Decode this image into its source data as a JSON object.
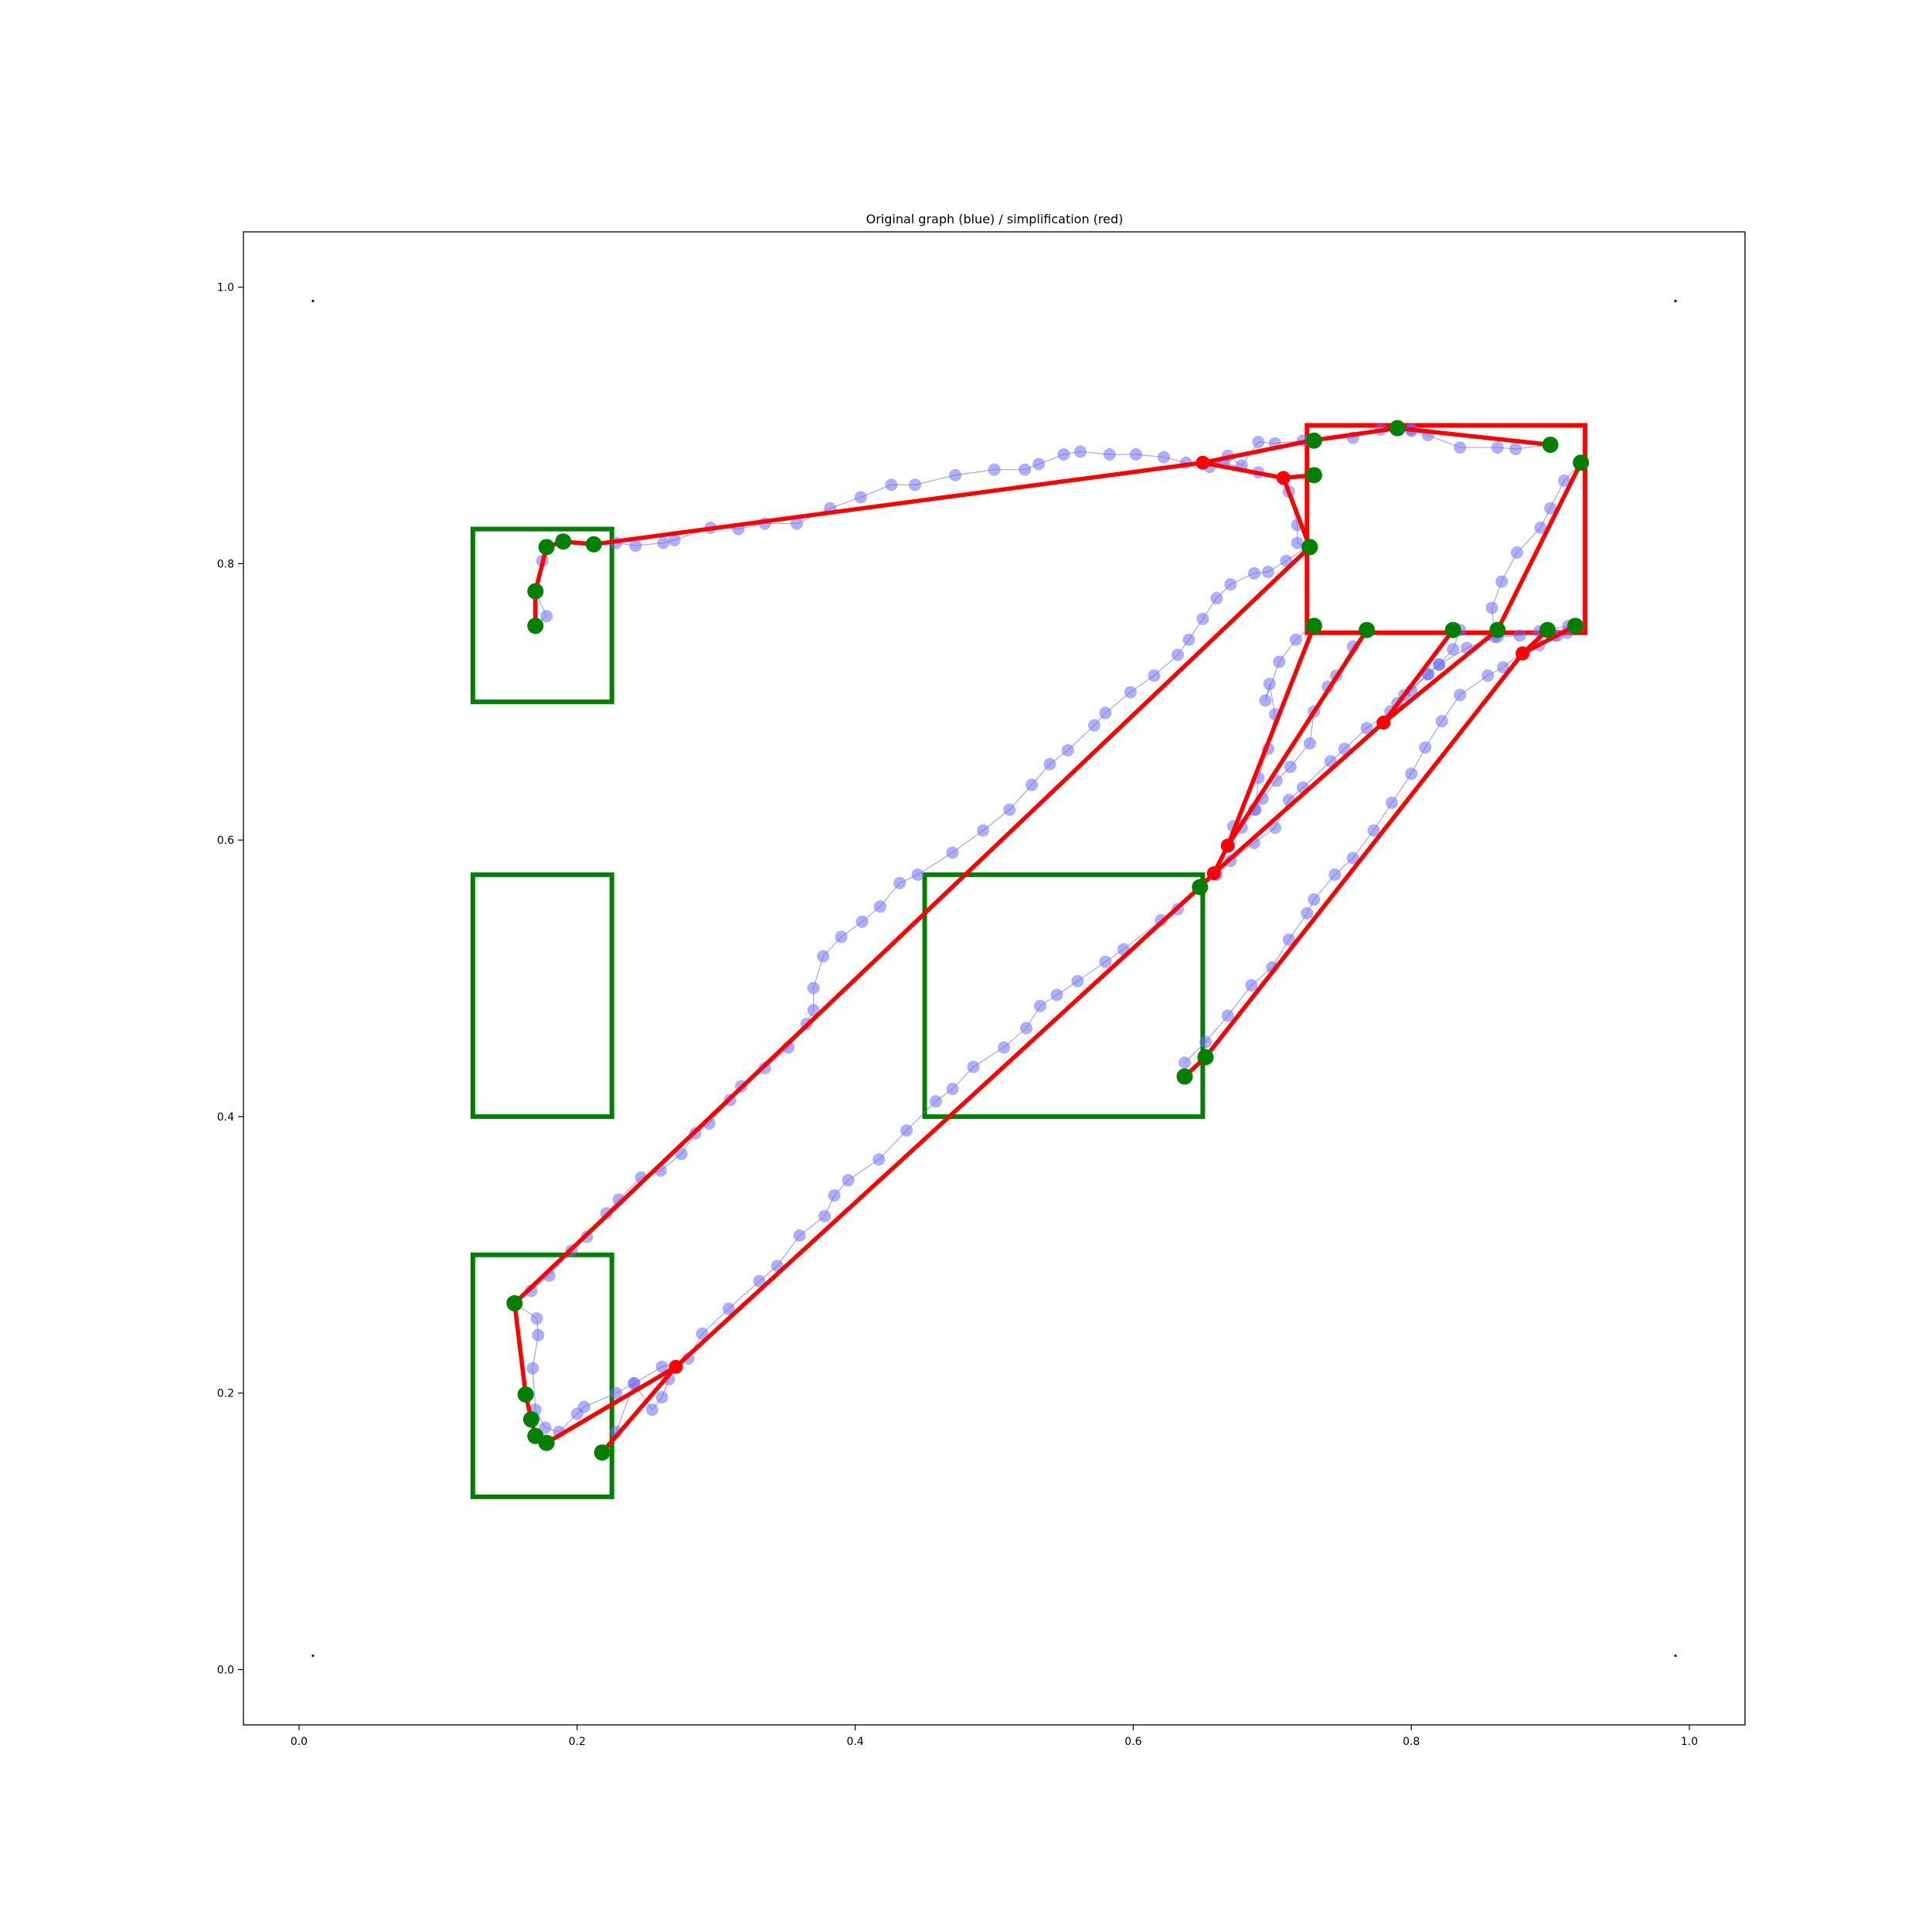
{
  "chart_data": {
    "type": "scatter",
    "title": "Original graph (blue) / simplification (red)",
    "xlabel": "",
    "ylabel": "",
    "xlim": [
      -0.04,
      1.04
    ],
    "ylim": [
      -0.04,
      1.04
    ],
    "grid": false,
    "legend": "none",
    "xticks": [
      0.0,
      0.2,
      0.4,
      0.6,
      0.8,
      1.0
    ],
    "yticks": [
      0.0,
      0.2,
      0.4,
      0.6,
      0.8,
      1.0
    ],
    "xtick_labels": [
      "0.0",
      "0.2",
      "0.4",
      "0.6",
      "0.8",
      "1.0"
    ],
    "ytick_labels": [
      "0.0",
      "0.2",
      "0.4",
      "0.6",
      "0.8",
      "1.0"
    ],
    "colors": {
      "original": "#6b6bf5",
      "simplification": "#ff0000",
      "regions": "#008000",
      "axes": "#000000"
    },
    "corner_markers": [
      [
        0.01,
        0.99
      ],
      [
        0.99,
        0.99
      ],
      [
        0.01,
        0.01
      ],
      [
        0.99,
        0.01
      ]
    ],
    "regions": [
      {
        "x0": 0.125,
        "y0": 0.7,
        "x1": 0.225,
        "y1": 0.825
      },
      {
        "x0": 0.125,
        "y0": 0.4,
        "x1": 0.225,
        "y1": 0.575
      },
      {
        "x0": 0.125,
        "y0": 0.125,
        "x1": 0.225,
        "y1": 0.3
      },
      {
        "x0": 0.45,
        "y0": 0.4,
        "x1": 0.65,
        "y1": 0.575
      }
    ],
    "highlight_region": {
      "x0": 0.725,
      "y0": 0.75,
      "x1": 0.925,
      "y1": 0.9
    },
    "original_paths": [
      [
        [
          0.17,
          0.755
        ],
        [
          0.178,
          0.762
        ],
        [
          0.17,
          0.78
        ],
        [
          0.175,
          0.802
        ],
        [
          0.178,
          0.812
        ],
        [
          0.19,
          0.816
        ],
        [
          0.212,
          0.814
        ],
        [
          0.228,
          0.815
        ],
        [
          0.242,
          0.813
        ],
        [
          0.262,
          0.815
        ],
        [
          0.27,
          0.817
        ],
        [
          0.296,
          0.826
        ],
        [
          0.316,
          0.825
        ],
        [
          0.335,
          0.829
        ],
        [
          0.358,
          0.829
        ],
        [
          0.382,
          0.84
        ],
        [
          0.404,
          0.848
        ],
        [
          0.426,
          0.857
        ],
        [
          0.443,
          0.857
        ],
        [
          0.472,
          0.864
        ],
        [
          0.5,
          0.868
        ],
        [
          0.522,
          0.868
        ],
        [
          0.532,
          0.872
        ],
        [
          0.55,
          0.879
        ],
        [
          0.562,
          0.881
        ],
        [
          0.583,
          0.879
        ],
        [
          0.602,
          0.879
        ],
        [
          0.622,
          0.877
        ],
        [
          0.638,
          0.873
        ],
        [
          0.655,
          0.87
        ],
        [
          0.668,
          0.878
        ],
        [
          0.678,
          0.871
        ],
        [
          0.69,
          0.888
        ],
        [
          0.702,
          0.887
        ],
        [
          0.722,
          0.889
        ],
        [
          0.728,
          0.889
        ],
        [
          0.758,
          0.891
        ],
        [
          0.778,
          0.897
        ],
        [
          0.8,
          0.897
        ],
        [
          0.8,
          0.896
        ],
        [
          0.812,
          0.893
        ],
        [
          0.835,
          0.884
        ],
        [
          0.862,
          0.884
        ],
        [
          0.875,
          0.883
        ],
        [
          0.9,
          0.886
        ]
      ],
      [
        [
          0.65,
          0.873
        ],
        [
          0.665,
          0.873
        ],
        [
          0.69,
          0.866
        ],
        [
          0.708,
          0.862
        ],
        [
          0.712,
          0.852
        ],
        [
          0.718,
          0.828
        ],
        [
          0.718,
          0.815
        ],
        [
          0.725,
          0.812
        ],
        [
          0.71,
          0.802
        ],
        [
          0.697,
          0.794
        ],
        [
          0.687,
          0.793
        ],
        [
          0.67,
          0.785
        ],
        [
          0.66,
          0.775
        ],
        [
          0.65,
          0.76
        ],
        [
          0.64,
          0.745
        ],
        [
          0.632,
          0.734
        ],
        [
          0.615,
          0.719
        ],
        [
          0.598,
          0.707
        ],
        [
          0.58,
          0.692
        ],
        [
          0.572,
          0.683
        ],
        [
          0.553,
          0.665
        ],
        [
          0.54,
          0.655
        ],
        [
          0.527,
          0.64
        ],
        [
          0.511,
          0.622
        ],
        [
          0.492,
          0.607
        ],
        [
          0.47,
          0.591
        ],
        [
          0.445,
          0.575
        ],
        [
          0.432,
          0.569
        ],
        [
          0.418,
          0.552
        ],
        [
          0.405,
          0.541
        ],
        [
          0.39,
          0.53
        ],
        [
          0.377,
          0.516
        ],
        [
          0.37,
          0.493
        ],
        [
          0.37,
          0.477
        ],
        [
          0.365,
          0.467
        ],
        [
          0.352,
          0.45
        ],
        [
          0.335,
          0.435
        ],
        [
          0.318,
          0.422
        ],
        [
          0.31,
          0.412
        ],
        [
          0.295,
          0.395
        ],
        [
          0.285,
          0.388
        ],
        [
          0.275,
          0.373
        ],
        [
          0.26,
          0.361
        ],
        [
          0.246,
          0.356
        ],
        [
          0.23,
          0.34
        ],
        [
          0.221,
          0.33
        ],
        [
          0.207,
          0.313
        ],
        [
          0.196,
          0.303
        ],
        [
          0.18,
          0.285
        ],
        [
          0.167,
          0.274
        ],
        [
          0.155,
          0.265
        ],
        [
          0.171,
          0.254
        ],
        [
          0.172,
          0.242
        ],
        [
          0.168,
          0.218
        ],
        [
          0.17,
          0.188
        ],
        [
          0.177,
          0.175
        ],
        [
          0.187,
          0.172
        ],
        [
          0.2,
          0.185
        ],
        [
          0.205,
          0.19
        ],
        [
          0.228,
          0.2
        ],
        [
          0.241,
          0.207
        ],
        [
          0.254,
          0.188
        ],
        [
          0.261,
          0.197
        ],
        [
          0.266,
          0.21
        ],
        [
          0.271,
          0.219
        ]
      ],
      [
        [
          0.218,
          0.157
        ],
        [
          0.228,
          0.172
        ],
        [
          0.241,
          0.207
        ],
        [
          0.261,
          0.219
        ],
        [
          0.28,
          0.225
        ],
        [
          0.29,
          0.243
        ],
        [
          0.309,
          0.261
        ],
        [
          0.331,
          0.281
        ],
        [
          0.344,
          0.292
        ],
        [
          0.36,
          0.314
        ],
        [
          0.378,
          0.328
        ],
        [
          0.385,
          0.343
        ],
        [
          0.395,
          0.354
        ],
        [
          0.417,
          0.369
        ],
        [
          0.437,
          0.39
        ],
        [
          0.458,
          0.411
        ],
        [
          0.47,
          0.42
        ],
        [
          0.485,
          0.436
        ],
        [
          0.507,
          0.45
        ],
        [
          0.523,
          0.464
        ],
        [
          0.533,
          0.48
        ],
        [
          0.545,
          0.488
        ],
        [
          0.56,
          0.498
        ],
        [
          0.58,
          0.512
        ],
        [
          0.593,
          0.521
        ],
        [
          0.62,
          0.542
        ],
        [
          0.632,
          0.55
        ],
        [
          0.648,
          0.566
        ],
        [
          0.66,
          0.575
        ],
        [
          0.67,
          0.585
        ],
        [
          0.687,
          0.598
        ],
        [
          0.702,
          0.609
        ],
        [
          0.712,
          0.629
        ],
        [
          0.722,
          0.638
        ],
        [
          0.742,
          0.657
        ],
        [
          0.752,
          0.666
        ],
        [
          0.768,
          0.681
        ],
        [
          0.785,
          0.693
        ],
        [
          0.795,
          0.705
        ],
        [
          0.812,
          0.72
        ],
        [
          0.82,
          0.727
        ],
        [
          0.84,
          0.739
        ],
        [
          0.862,
          0.747
        ],
        [
          0.878,
          0.748
        ],
        [
          0.892,
          0.751
        ],
        [
          0.913,
          0.755
        ]
      ],
      [
        [
          0.637,
          0.439
        ],
        [
          0.652,
          0.454
        ],
        [
          0.668,
          0.473
        ],
        [
          0.685,
          0.495
        ],
        [
          0.7,
          0.508
        ],
        [
          0.712,
          0.528
        ],
        [
          0.725,
          0.547
        ],
        [
          0.73,
          0.557
        ],
        [
          0.745,
          0.575
        ],
        [
          0.758,
          0.587
        ],
        [
          0.773,
          0.607
        ],
        [
          0.786,
          0.627
        ],
        [
          0.8,
          0.648
        ],
        [
          0.81,
          0.667
        ],
        [
          0.822,
          0.686
        ],
        [
          0.835,
          0.705
        ],
        [
          0.855,
          0.719
        ],
        [
          0.866,
          0.725
        ],
        [
          0.88,
          0.736
        ],
        [
          0.892,
          0.741
        ],
        [
          0.903,
          0.748
        ]
      ],
      [
        [
          0.658,
          0.576
        ],
        [
          0.668,
          0.596
        ],
        [
          0.678,
          0.609
        ],
        [
          0.688,
          0.622
        ],
        [
          0.69,
          0.645
        ],
        [
          0.697,
          0.666
        ],
        [
          0.702,
          0.691
        ],
        [
          0.698,
          0.713
        ],
        [
          0.695,
          0.701
        ],
        [
          0.705,
          0.729
        ],
        [
          0.717,
          0.745
        ],
        [
          0.728,
          0.755
        ]
      ],
      [
        [
          0.672,
          0.61
        ],
        [
          0.687,
          0.622
        ],
        [
          0.693,
          0.63
        ],
        [
          0.703,
          0.643
        ],
        [
          0.713,
          0.653
        ],
        [
          0.727,
          0.67
        ],
        [
          0.73,
          0.693
        ],
        [
          0.74,
          0.711
        ],
        [
          0.746,
          0.719
        ],
        [
          0.758,
          0.74
        ],
        [
          0.768,
          0.752
        ]
      ],
      [
        [
          0.79,
          0.699
        ],
        [
          0.8,
          0.708
        ],
        [
          0.812,
          0.72
        ],
        [
          0.82,
          0.727
        ],
        [
          0.83,
          0.738
        ],
        [
          0.835,
          0.752
        ]
      ],
      [
        [
          0.905,
          0.748
        ],
        [
          0.912,
          0.75
        ],
        [
          0.92,
          0.755
        ]
      ],
      [
        [
          0.862,
          0.752
        ],
        [
          0.86,
          0.747
        ],
        [
          0.858,
          0.768
        ],
        [
          0.865,
          0.787
        ],
        [
          0.876,
          0.808
        ],
        [
          0.893,
          0.826
        ],
        [
          0.9,
          0.84
        ],
        [
          0.91,
          0.86
        ],
        [
          0.922,
          0.873
        ]
      ]
    ],
    "simplification_segments": [
      [
        [
          0.17,
          0.755
        ],
        [
          0.17,
          0.78
        ]
      ],
      [
        [
          0.17,
          0.78
        ],
        [
          0.178,
          0.812
        ]
      ],
      [
        [
          0.178,
          0.812
        ],
        [
          0.19,
          0.816
        ]
      ],
      [
        [
          0.19,
          0.816
        ],
        [
          0.212,
          0.814
        ]
      ],
      [
        [
          0.212,
          0.814
        ],
        [
          0.65,
          0.873
        ]
      ],
      [
        [
          0.65,
          0.873
        ],
        [
          0.708,
          0.862
        ]
      ],
      [
        [
          0.708,
          0.862
        ],
        [
          0.73,
          0.864
        ]
      ],
      [
        [
          0.708,
          0.862
        ],
        [
          0.727,
          0.812
        ]
      ],
      [
        [
          0.65,
          0.873
        ],
        [
          0.728,
          0.889
        ]
      ],
      [
        [
          0.728,
          0.889
        ],
        [
          0.79,
          0.898
        ]
      ],
      [
        [
          0.79,
          0.898
        ],
        [
          0.9,
          0.886
        ]
      ],
      [
        [
          0.727,
          0.812
        ],
        [
          0.155,
          0.265
        ]
      ],
      [
        [
          0.155,
          0.265
        ],
        [
          0.163,
          0.199
        ]
      ],
      [
        [
          0.163,
          0.199
        ],
        [
          0.167,
          0.181
        ]
      ],
      [
        [
          0.167,
          0.181
        ],
        [
          0.17,
          0.169
        ]
      ],
      [
        [
          0.17,
          0.169
        ],
        [
          0.178,
          0.164
        ]
      ],
      [
        [
          0.178,
          0.164
        ],
        [
          0.271,
          0.219
        ]
      ],
      [
        [
          0.271,
          0.219
        ],
        [
          0.218,
          0.157
        ]
      ],
      [
        [
          0.271,
          0.219
        ],
        [
          0.648,
          0.566
        ]
      ],
      [
        [
          0.648,
          0.566
        ],
        [
          0.658,
          0.576
        ]
      ],
      [
        [
          0.658,
          0.576
        ],
        [
          0.668,
          0.596
        ]
      ],
      [
        [
          0.668,
          0.596
        ],
        [
          0.73,
          0.755
        ]
      ],
      [
        [
          0.668,
          0.596
        ],
        [
          0.768,
          0.752
        ]
      ],
      [
        [
          0.658,
          0.576
        ],
        [
          0.78,
          0.685
        ]
      ],
      [
        [
          0.78,
          0.685
        ],
        [
          0.83,
          0.752
        ]
      ],
      [
        [
          0.78,
          0.685
        ],
        [
          0.862,
          0.752
        ]
      ],
      [
        [
          0.862,
          0.752
        ],
        [
          0.922,
          0.873
        ]
      ],
      [
        [
          0.637,
          0.429
        ],
        [
          0.652,
          0.443
        ]
      ],
      [
        [
          0.652,
          0.443
        ],
        [
          0.88,
          0.735
        ]
      ],
      [
        [
          0.88,
          0.735
        ],
        [
          0.898,
          0.752
        ]
      ],
      [
        [
          0.88,
          0.735
        ],
        [
          0.918,
          0.755
        ]
      ]
    ],
    "simplification_nodes": [
      [
        0.65,
        0.873
      ],
      [
        0.708,
        0.862
      ],
      [
        0.668,
        0.596
      ],
      [
        0.658,
        0.576
      ],
      [
        0.78,
        0.685
      ],
      [
        0.88,
        0.735
      ],
      [
        0.271,
        0.219
      ]
    ],
    "region_nodes": [
      [
        0.17,
        0.755
      ],
      [
        0.17,
        0.78
      ],
      [
        0.178,
        0.812
      ],
      [
        0.19,
        0.816
      ],
      [
        0.212,
        0.814
      ],
      [
        0.73,
        0.889
      ],
      [
        0.79,
        0.898
      ],
      [
        0.9,
        0.886
      ],
      [
        0.922,
        0.873
      ],
      [
        0.73,
        0.864
      ],
      [
        0.727,
        0.812
      ],
      [
        0.73,
        0.755
      ],
      [
        0.768,
        0.752
      ],
      [
        0.83,
        0.752
      ],
      [
        0.862,
        0.752
      ],
      [
        0.898,
        0.752
      ],
      [
        0.918,
        0.755
      ],
      [
        0.648,
        0.566
      ],
      [
        0.652,
        0.443
      ],
      [
        0.637,
        0.429
      ],
      [
        0.155,
        0.265
      ],
      [
        0.163,
        0.199
      ],
      [
        0.167,
        0.181
      ],
      [
        0.17,
        0.169
      ],
      [
        0.178,
        0.164
      ],
      [
        0.218,
        0.157
      ]
    ]
  }
}
